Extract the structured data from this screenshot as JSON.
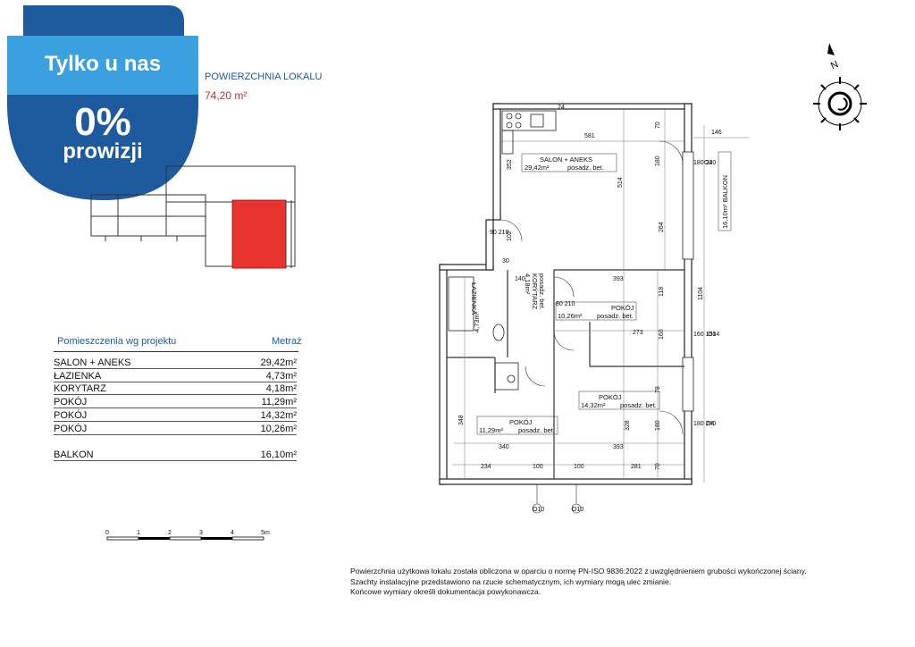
{
  "promo": {
    "line1": "Tylko u nas",
    "line2": "0%",
    "line3": "prowizji",
    "colors": {
      "primary": "#1e5a9e",
      "accent": "#3aa0de"
    }
  },
  "area": {
    "label": "POWIERZCHNIA LOKALU",
    "value": "74,20 m²"
  },
  "table": {
    "header_left": "Pomieszczenia wg projektu",
    "header_right": "Metraż",
    "rows": [
      {
        "name": "SALON + ANEKS",
        "value": "29,42m²"
      },
      {
        "name": "ŁAZIENKA",
        "value": "4,73m²"
      },
      {
        "name": "KORYTARZ",
        "value": "4,18m²"
      },
      {
        "name": "POKÓJ",
        "value": "11,29m²"
      },
      {
        "name": "POKÓJ",
        "value": "14,32m²"
      },
      {
        "name": "POKÓJ",
        "value": "10,26m²"
      }
    ],
    "balcony": {
      "name": "BALKON",
      "value": "16,10m²"
    }
  },
  "scale": {
    "ticks": [
      "0",
      "1",
      "2",
      "3",
      "4",
      "5m"
    ]
  },
  "notes": [
    "Powierzchnia użytkowa lokalu została obliczona w oparciu o normę PN-ISO 9836:2022 z uwzględnieniem grubości wykończonej ściany.",
    "Szachty instalacyjne przedstawiono na rzucie schematycznym, ich wymiary mogą ulec zmianie.",
    "Końcowe wymiary określi dokumentacja powykonawcza."
  ],
  "plan": {
    "rooms": {
      "salon": {
        "name": "SALON + ANEKS",
        "area": "29,42m²",
        "floor": "posadz. bet."
      },
      "pokoj_a": {
        "name": "POKÓJ",
        "area": "10,26m²",
        "floor": "posadz. bet."
      },
      "pokoj_b": {
        "name": "POKÓJ",
        "area": "14,32m²",
        "floor": "posadz. bet."
      },
      "pokoj_c": {
        "name": "POKÓJ",
        "area": "11,29m²",
        "floor": "posadz. bet."
      },
      "korytarz": {
        "name": "KORYTARZ",
        "area": "4,18m²",
        "floor": "posadz. bet."
      },
      "lazienka": {
        "name": "ŁAZIENKA",
        "area": "4,73m²"
      },
      "balkon": {
        "name": "16,10m² BALKON"
      }
    },
    "dims": {
      "d581": "581",
      "d146": "146",
      "d514": "514",
      "d264": "264",
      "d393a": "393",
      "d118": "118",
      "d273": "273",
      "d160": "160",
      "d328": "328",
      "d393b": "393",
      "d340": "340",
      "d348": "348",
      "d234": "234",
      "d100a": "100",
      "d100b": "100",
      "d281": "281",
      "d1104": "1104",
      "d70a": "70",
      "d70b": "70",
      "d78": "78",
      "d180a": "180",
      "d180b": "180",
      "d24": "24",
      "d352": "352",
      "d102": "102",
      "d140": "140",
      "d30": "30"
    },
    "openings": {
      "o2": "O2",
      "o14": "O14",
      "o4": "O4",
      "o10a": "O10",
      "o10b": "O10",
      "h180_240a": "180 240",
      "h160_150": "160 150",
      "h180_240b": "180 240",
      "h90_210": "90 210",
      "h80_210": "80 210"
    }
  },
  "compass": {
    "label": "N"
  },
  "unit_color": "#e8332f"
}
